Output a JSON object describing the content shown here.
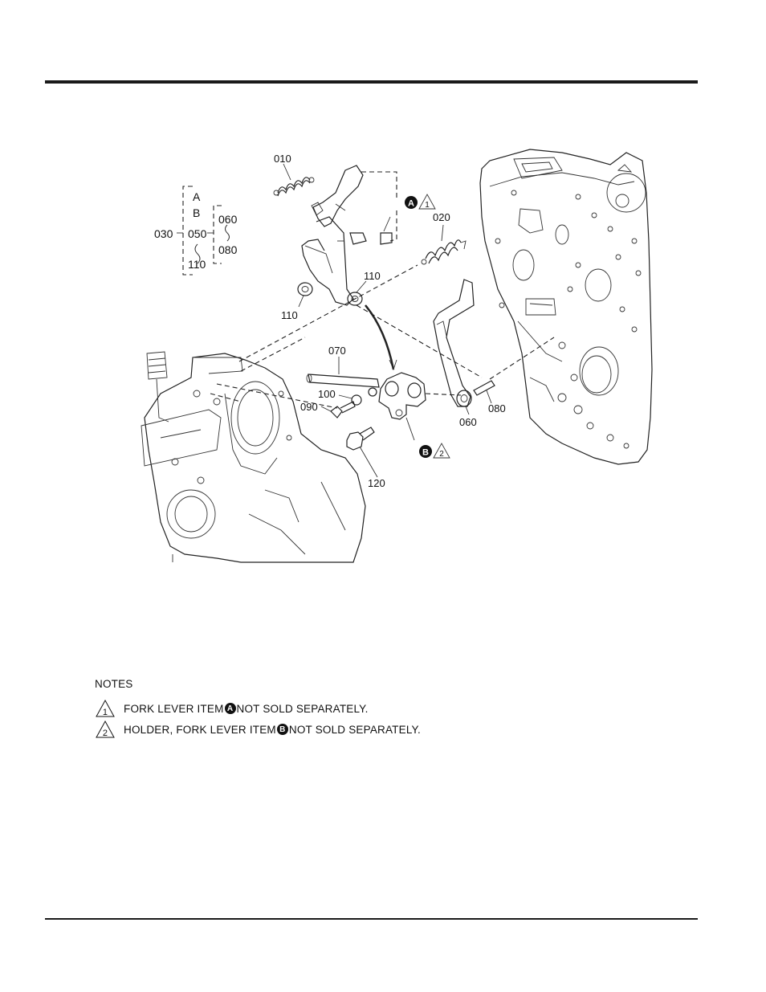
{
  "callouts": {
    "p010": "010",
    "p020": "020",
    "p030": "030",
    "p050": "050",
    "p060a": "060",
    "p060b": "060",
    "p070": "070",
    "p080a": "080",
    "p080b": "080",
    "p090": "090",
    "p100": "100",
    "p110a": "110",
    "p110b": "110",
    "p110c": "110",
    "p120": "120",
    "a": "A",
    "b": "B",
    "range_sep": "}"
  },
  "markers": {
    "item_a": "A",
    "item_b": "B",
    "note1": "1",
    "note2": "2"
  },
  "notes": {
    "title": "NOTES",
    "items": [
      {
        "num": "1",
        "before": "FORK LEVER ITEM",
        "item": "A",
        "after": "NOT SOLD SEPARATELY."
      },
      {
        "num": "2",
        "before": "HOLDER, FORK LEVER ITEM",
        "item": "B",
        "after": "NOT SOLD SEPARATELY."
      }
    ]
  }
}
